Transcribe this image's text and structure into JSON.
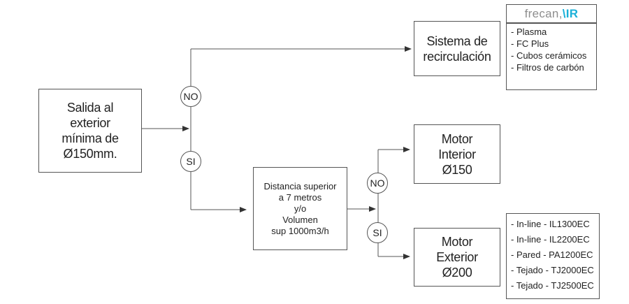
{
  "colors": {
    "line": "#555555",
    "logo_gray": "#8e8e8e",
    "logo_blue": "#1ab0d8"
  },
  "start_box": {
    "lines": [
      "Salida al",
      "exterior",
      "mínima de",
      "Ø150mm."
    ]
  },
  "decision_1": {
    "no": "NO",
    "si": "SI"
  },
  "recirculation_box": {
    "lines": [
      "Sistema de",
      "recirculación"
    ]
  },
  "logo": {
    "brand": "frecan",
    "separator": ",",
    "air": "\\IR"
  },
  "recirculation_list": [
    "- Plasma",
    "- FC Plus",
    "- Cubos cerámicos",
    "- Filtros de carbón"
  ],
  "condition_box": {
    "lines": [
      "Distancia superior",
      "a 7 metros",
      "y/o",
      "Volumen",
      "sup 1000m3/h"
    ]
  },
  "decision_2": {
    "no": "NO",
    "si": "SI"
  },
  "motor_interior_box": {
    "lines": [
      "Motor",
      "Interior",
      "Ø150"
    ]
  },
  "motor_exterior_box": {
    "lines": [
      "Motor",
      "Exterior",
      "Ø200"
    ]
  },
  "motor_exterior_list": [
    "- In-line - IL1300EC",
    "- In-line - IL2200EC",
    "- Pared - PA1200EC",
    "- Tejado - TJ2000EC",
    "- Tejado - TJ2500EC"
  ]
}
